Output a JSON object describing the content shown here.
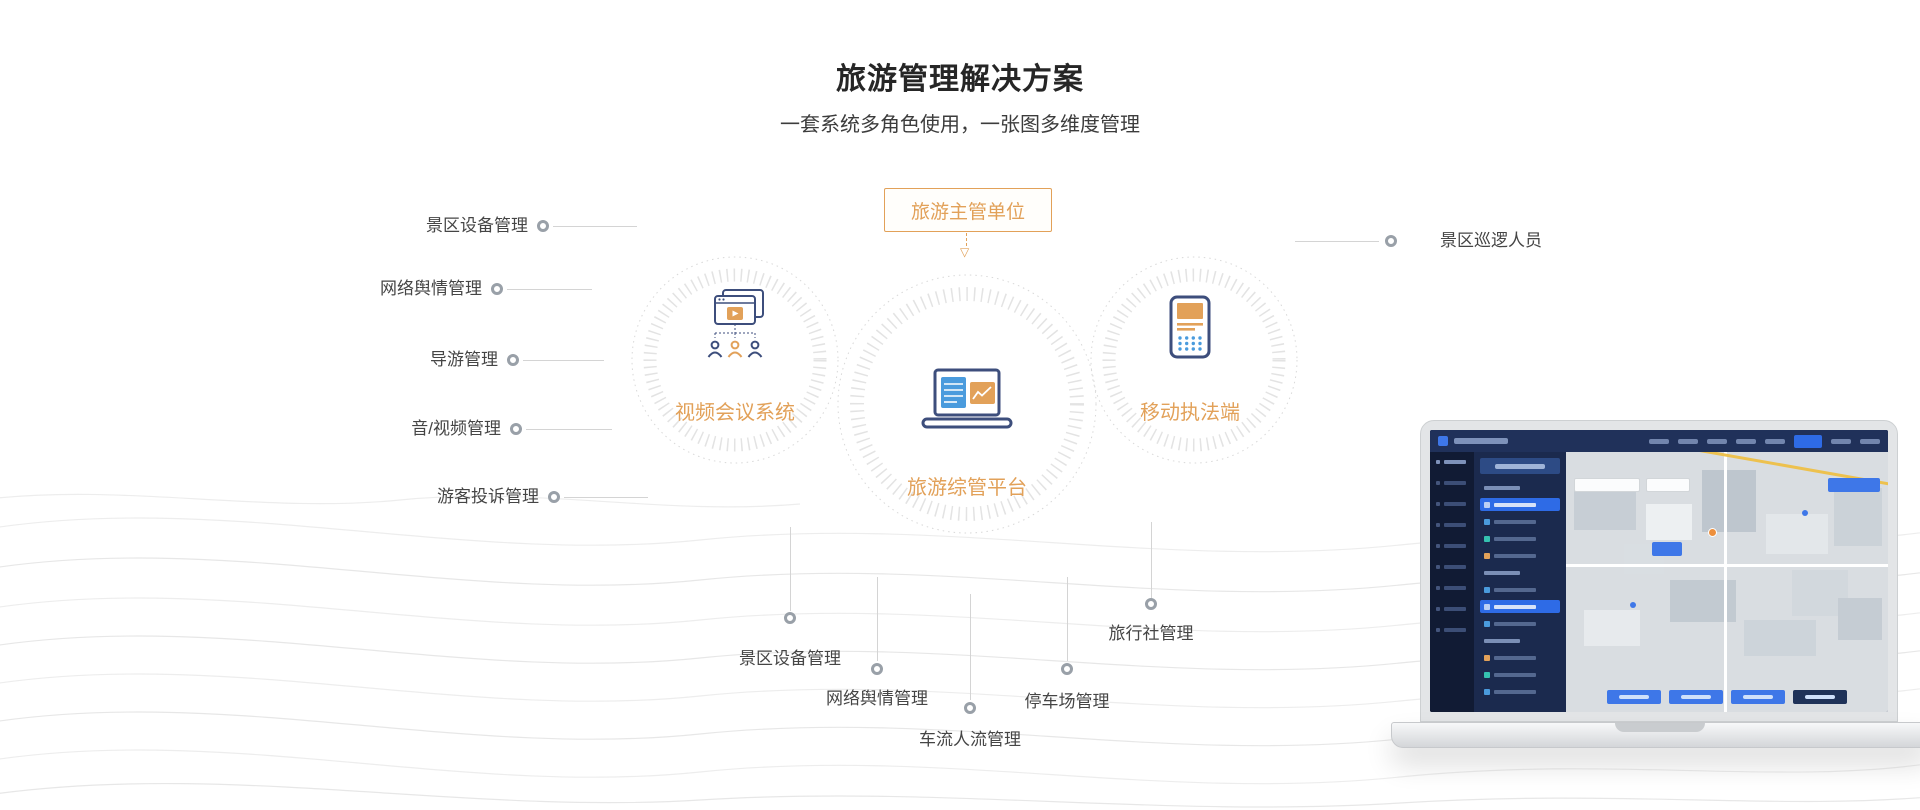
{
  "page": {
    "title": "旅游管理解决方案",
    "subtitle": "一套系统多角色使用，一张图多维度管理"
  },
  "diagram": {
    "authority_box": "旅游主管单位",
    "nodes": {
      "video": "视频会议系统",
      "platform": "旅游综管平台",
      "mobile": "移动执法端"
    },
    "left_labels": [
      "景区设备管理",
      "网络舆情管理",
      "导游管理",
      "音/视频管理",
      "游客投诉管理"
    ],
    "right_labels": [
      "景区巡逻人员"
    ],
    "bottom_labels": [
      "景区设备管理",
      "网络舆情管理",
      "车流人流管理",
      "停车场管理",
      "旅行社管理"
    ],
    "icons": {
      "arrow_down": "▽"
    }
  },
  "colors": {
    "accent_orange": "#E2A159",
    "icon_navy": "#3D4E7C",
    "icon_blue": "#4A9BDD",
    "line_gray": "#D4D4D4"
  }
}
